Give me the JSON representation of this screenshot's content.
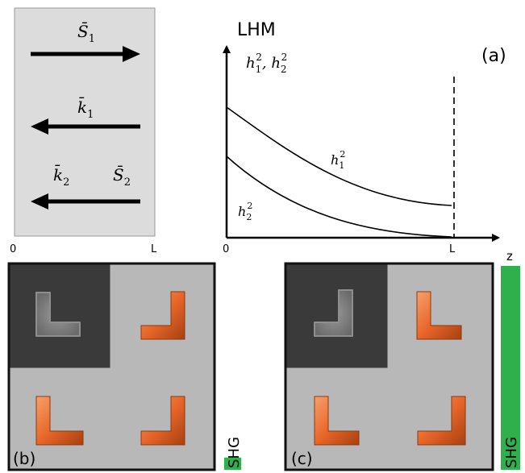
{
  "left_box": {
    "s1": "S̄",
    "s1_sub": "1",
    "k1": "k̄",
    "k1_sub": "1",
    "k2": "k̄",
    "k2_sub": "2",
    "s2": "S̄",
    "s2_sub": "2",
    "axis_start": "0",
    "axis_end": "L"
  },
  "plot": {
    "title": "LHM",
    "panel_label": "(a)",
    "y_label_h": "h",
    "y_label_sub1": "1",
    "y_label_sep": ", h",
    "y_label_sub2": "2",
    "y_label_sup": "2",
    "curve1_h": "h",
    "curve1_sub": "1",
    "curve1_sup": "2",
    "curve2_h": "h",
    "curve2_sub": "2",
    "curve2_sup": "2",
    "x_start": "0",
    "x_end": "L",
    "x_axis_label": "z"
  },
  "panel_b": {
    "label": "(b)",
    "shg": "SHG",
    "shg_level": 0.06
  },
  "panel_c": {
    "label": "(c)",
    "shg": "SHG",
    "shg_level": 1.0
  },
  "colors": {
    "box_fill": "#dcdcdc",
    "panel_bg": "#b8b8b8",
    "sem_dark": "#3a3a3a",
    "orange": "#e8662a",
    "shg_green": "#2fb04c"
  }
}
